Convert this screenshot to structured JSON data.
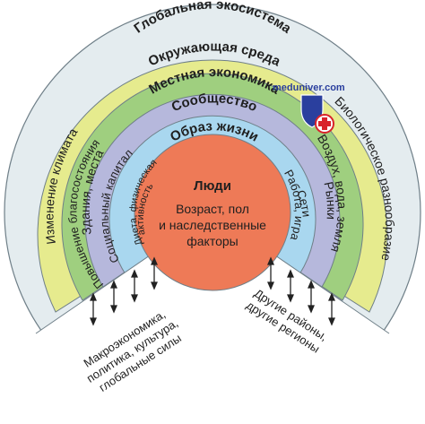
{
  "colors": {
    "outer_disc": "#e4ecef",
    "environment": "#e6eb8e",
    "economy": "#9fcf7f",
    "community": "#b6b8dc",
    "lifestyle": "#a9d7ef",
    "people": "#ee7a57",
    "watermark": "#2a3f9e",
    "badge_red": "#d8222b"
  },
  "rings": {
    "global_ecosystem": {
      "title": "Глобальная экосистема",
      "left": "Изменение климата",
      "right": "Биологическое разнообразие"
    },
    "environment": {
      "title": "Окружающая среда",
      "left": "Здания, места",
      "right": "Воздух, вода, земля"
    },
    "local_economy": {
      "title": "Местная экономика",
      "left": "Повышение благосостояния",
      "right": "Рынки"
    },
    "community": {
      "title": "Сообщество",
      "left": "Социальный капитал",
      "right": "Сети"
    },
    "lifestyle": {
      "title": "Образ жизни",
      "left_line1": "Диета, физическая",
      "left_line2": "активность",
      "right": "Работа, игра"
    }
  },
  "center": {
    "title": "Люди",
    "line1": "Возраст, пол",
    "line2": "и наследственные",
    "line3": "факторы"
  },
  "bottom_left": {
    "line1": "Макроэкономика,",
    "line2": "политика, культура,",
    "line3": "глобальные силы"
  },
  "bottom_right": {
    "line1": "Другие районы,",
    "line2": "другие регионы"
  },
  "watermark": {
    "text": "meduniver.com",
    "icon": "medical-cross-shield-icon"
  }
}
